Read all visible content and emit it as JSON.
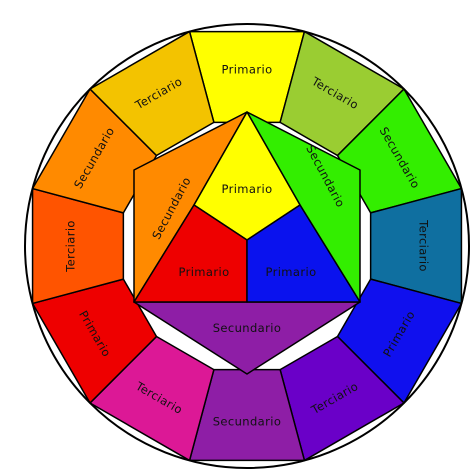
{
  "outer_ring": [
    {
      "label": "Primario",
      "color": "#ffff00"
    },
    {
      "label": "Terciario",
      "color": "#9acd32"
    },
    {
      "label": "Secundario",
      "color": "#33ee00"
    },
    {
      "label": "Terciario",
      "color": "#0f6fa0"
    },
    {
      "label": "Primario",
      "color": "#1010ee"
    },
    {
      "label": "Terciario",
      "color": "#6a00c8"
    },
    {
      "label": "Secundario",
      "color": "#8e1ea6"
    },
    {
      "label": "Terciario",
      "color": "#dc1896"
    },
    {
      "label": "Primario",
      "color": "#ee0000"
    },
    {
      "label": "Terciario",
      "color": "#ff5400"
    },
    {
      "label": "Secundario",
      "color": "#ff8a00"
    },
    {
      "label": "Terciario",
      "color": "#f3c300"
    }
  ],
  "inner": {
    "center_yellow": {
      "label": "Primario",
      "color": "#ffff00"
    },
    "center_red": {
      "label": "Primario",
      "color": "#ee0000"
    },
    "center_blue": {
      "label": "Primario",
      "color": "#0a12ee"
    },
    "orange_side": {
      "label": "Secundario",
      "color": "#ff8a00"
    },
    "green_side": {
      "label": "Secundario",
      "color": "#33ee00"
    },
    "purple_bottom": {
      "label": "Secundario",
      "color": "#8e1ea6"
    }
  },
  "line_color": "#000000"
}
